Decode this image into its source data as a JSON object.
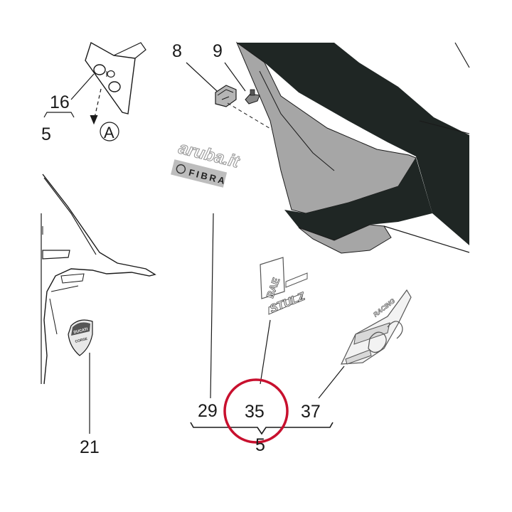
{
  "diagram": {
    "callouts": {
      "c8": "8",
      "c9": "9",
      "c16": "16",
      "c5_left": "5",
      "c21": "21",
      "c29": "29",
      "c35": "35",
      "c37": "37",
      "c5_bottom": "5",
      "circle_a": "A"
    },
    "decals": {
      "aruba_logo": "aruba.it",
      "aruba_fibra": "FIBRA",
      "bae": "BAE",
      "stulz": "STULZ",
      "racing": "RACING",
      "ducati": "DUCATI",
      "corse": "CORSE"
    },
    "colors": {
      "highlight_circle": "#c8102e",
      "fairing_dark": "#1f2624",
      "fairing_gray": "#a6a6a6",
      "line": "#1a1a1a"
    }
  }
}
